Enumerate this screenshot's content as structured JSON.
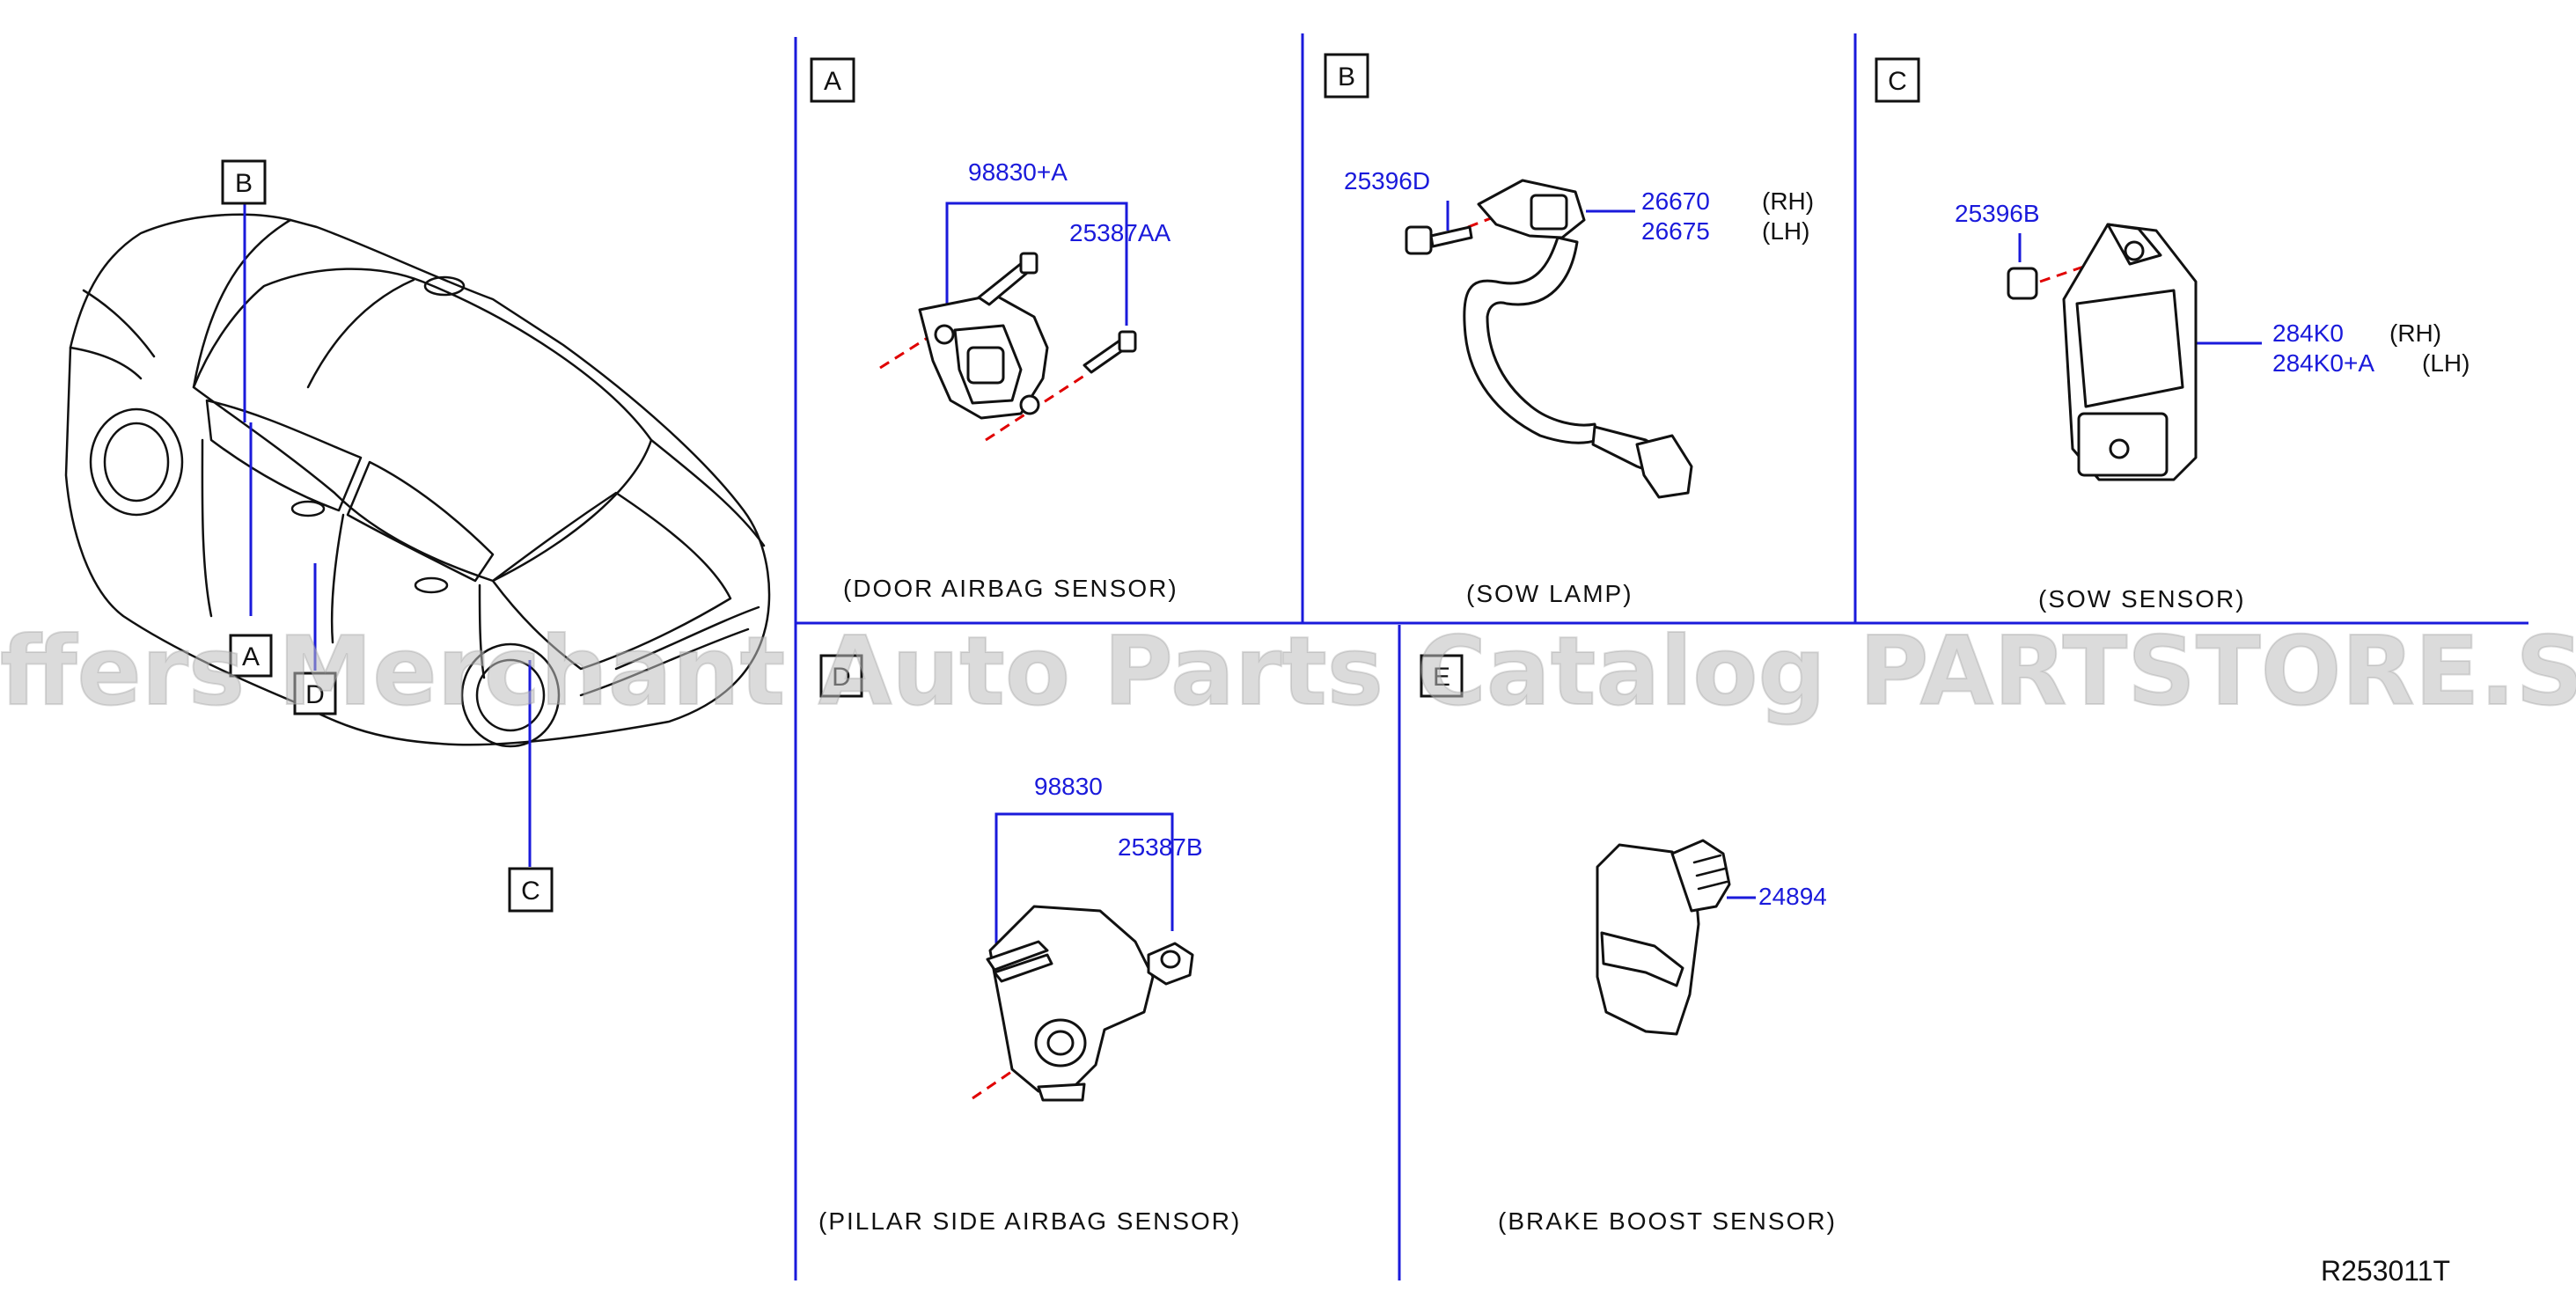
{
  "sections": {
    "A": {
      "label": "A",
      "caption": "(DOOR   AIRBAG   SENSOR)",
      "parts": [
        "98830+A",
        "25387AA"
      ]
    },
    "B": {
      "label": "B",
      "caption": "(SOW   LAMP)",
      "parts": [
        "25396D",
        "26670",
        "26675"
      ],
      "side_labels": [
        "(RH)",
        "(LH)"
      ]
    },
    "C": {
      "label": "C",
      "caption": "(SOW   SENSOR)",
      "parts": [
        "25396B",
        "284K0",
        "284K0+A"
      ],
      "side_labels": [
        "(RH)",
        "(LH)"
      ]
    },
    "D": {
      "label": "D",
      "caption": "(PILLAR   SIDE   AIRBAG   SENSOR)",
      "parts": [
        "98830",
        "25387B"
      ]
    },
    "E": {
      "label": "E",
      "caption": "(BRAKE   BOOST   SENSOR)",
      "parts": [
        "24894"
      ]
    }
  },
  "vehicle_callouts": [
    "B",
    "A",
    "D",
    "C"
  ],
  "reference_code": "R253011T",
  "watermark": "Offers Merchant Auto Parts Catalog PARTSTORE.SA",
  "colors": {
    "part_number": "#1a1adb",
    "divider": "#1a1adb",
    "centerline": "#e00000",
    "line_art": "#111111"
  }
}
